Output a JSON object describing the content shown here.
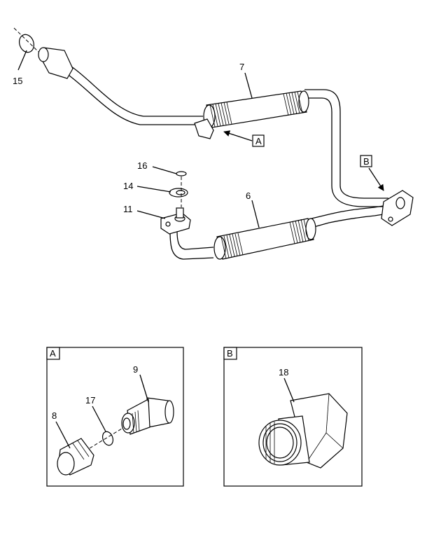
{
  "callouts": {
    "c15": "15",
    "c7": "7",
    "cA_main": "A",
    "cB_main": "B",
    "c16": "16",
    "c14": "14",
    "c11": "11",
    "c6": "6",
    "detail_a_tag": "A",
    "c9": "9",
    "c17": "17",
    "c8": "8",
    "detail_b_tag": "B",
    "c18": "18"
  }
}
